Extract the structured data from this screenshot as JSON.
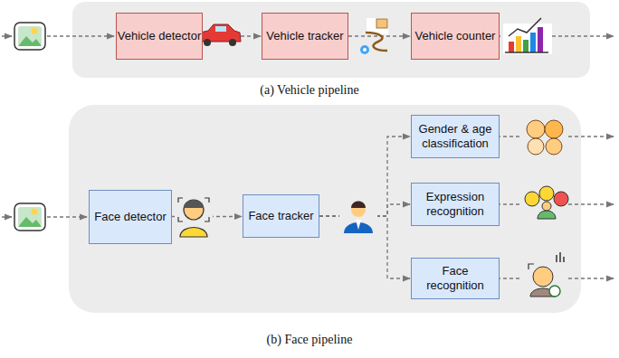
{
  "diagram": {
    "nodes": [
      {
        "text": [
          "Vehicle detector"
        ]
      },
      {
        "text": [
          "Vehicle tracker"
        ]
      },
      {
        "text": [
          "Vehicle counter"
        ]
      },
      {
        "text": [
          "Face detector"
        ]
      },
      {
        "text": [
          "Face tracker"
        ]
      },
      {
        "text": [
          "Gender & age classification"
        ]
      },
      {
        "text": [
          "Expression recognition"
        ]
      },
      {
        "text": [
          "Face recognition"
        ]
      }
    ],
    "edges": [
      {
        "from": 0,
        "to": 1,
        "arrow": "to"
      },
      {
        "from": 1,
        "to": 2,
        "arrow": "to"
      },
      {
        "from": 3,
        "to": 4,
        "arrow": "to"
      },
      {
        "from": 4,
        "to": 5,
        "arrow": "to"
      },
      {
        "from": 4,
        "to": 6,
        "arrow": "to"
      },
      {
        "from": 4,
        "to": 7,
        "arrow": "to"
      }
    ],
    "labels": [
      "(a) Vehicle pipeline",
      "(b) Face pipeline"
    ]
  }
}
